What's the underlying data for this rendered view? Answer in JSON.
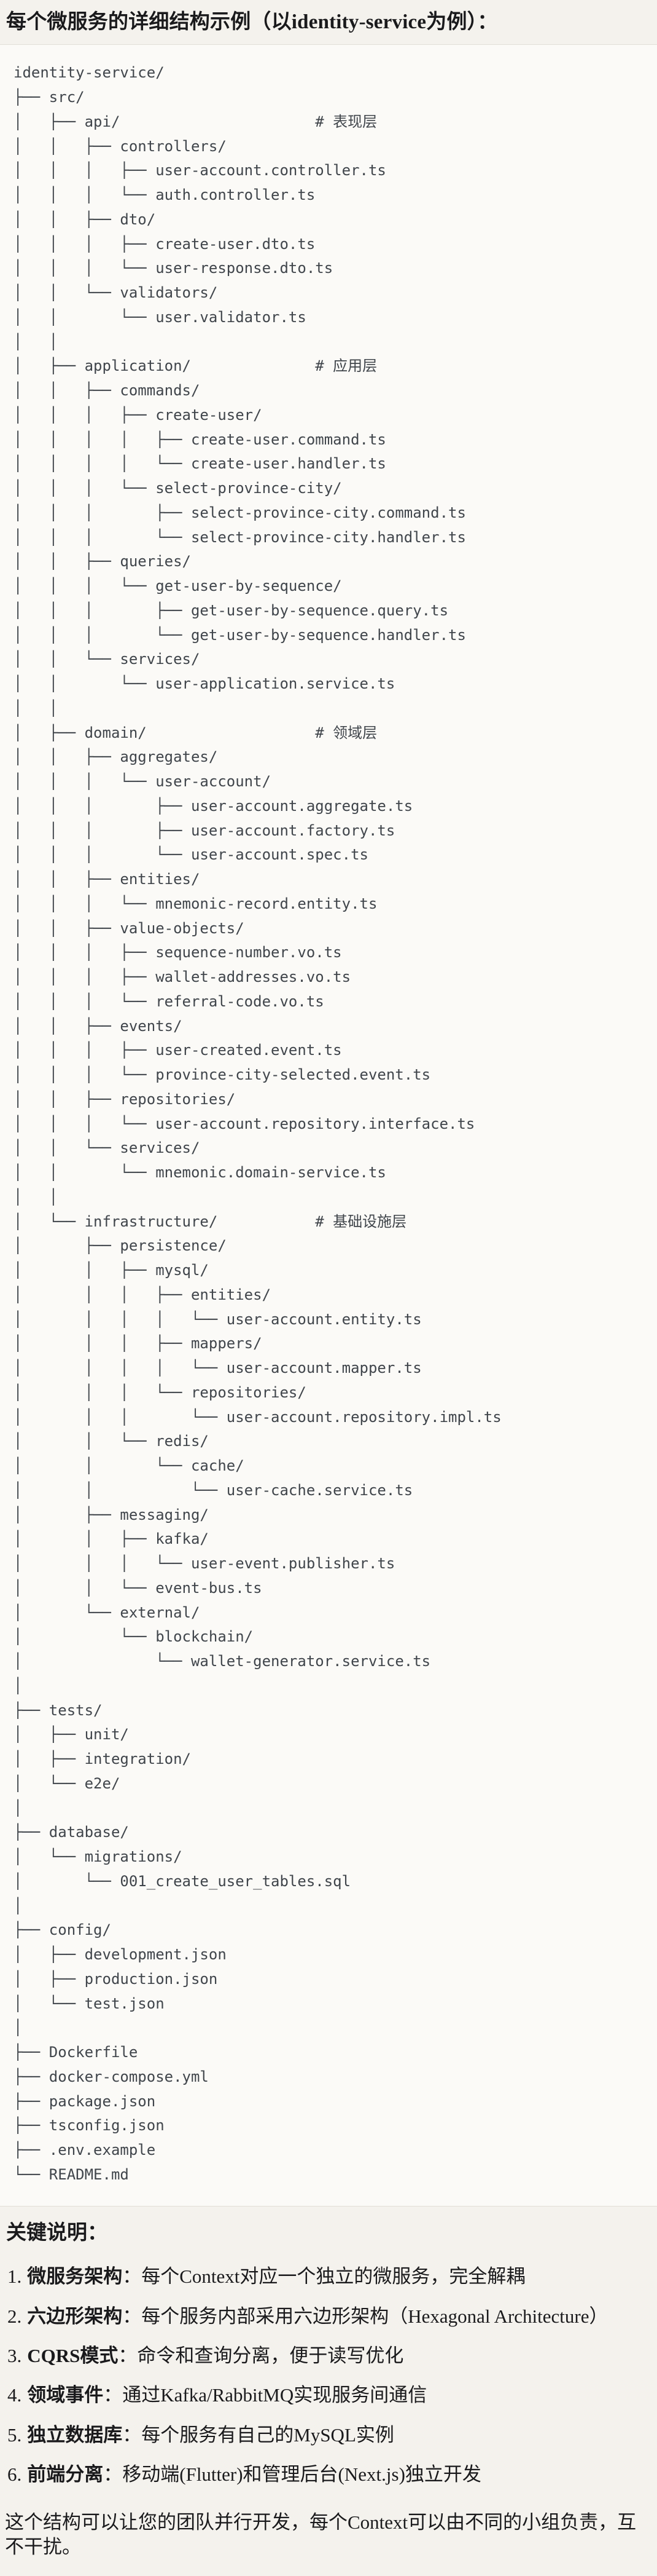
{
  "doc": {
    "title": "每个微服务的详细结构示例（以identity-service为例）：",
    "tree": {
      "root": "identity-service",
      "layer_comments": [
        "# 表现层",
        "# 应用层",
        "# 领域层",
        "# 基础设施层"
      ],
      "lines": [
        "identity-service/",
        "├── src/",
        "│   ├── api/                      # 表现层",
        "│   │   ├── controllers/",
        "│   │   │   ├── user-account.controller.ts",
        "│   │   │   └── auth.controller.ts",
        "│   │   ├── dto/",
        "│   │   │   ├── create-user.dto.ts",
        "│   │   │   └── user-response.dto.ts",
        "│   │   └── validators/",
        "│   │       └── user.validator.ts",
        "│   │",
        "│   ├── application/              # 应用层",
        "│   │   ├── commands/",
        "│   │   │   ├── create-user/",
        "│   │   │   │   ├── create-user.command.ts",
        "│   │   │   │   └── create-user.handler.ts",
        "│   │   │   └── select-province-city/",
        "│   │   │       ├── select-province-city.command.ts",
        "│   │   │       └── select-province-city.handler.ts",
        "│   │   ├── queries/",
        "│   │   │   └── get-user-by-sequence/",
        "│   │   │       ├── get-user-by-sequence.query.ts",
        "│   │   │       └── get-user-by-sequence.handler.ts",
        "│   │   └── services/",
        "│   │       └── user-application.service.ts",
        "│   │",
        "│   ├── domain/                   # 领域层",
        "│   │   ├── aggregates/",
        "│   │   │   └── user-account/",
        "│   │   │       ├── user-account.aggregate.ts",
        "│   │   │       ├── user-account.factory.ts",
        "│   │   │       └── user-account.spec.ts",
        "│   │   ├── entities/",
        "│   │   │   └── mnemonic-record.entity.ts",
        "│   │   ├── value-objects/",
        "│   │   │   ├── sequence-number.vo.ts",
        "│   │   │   ├── wallet-addresses.vo.ts",
        "│   │   │   └── referral-code.vo.ts",
        "│   │   ├── events/",
        "│   │   │   ├── user-created.event.ts",
        "│   │   │   └── province-city-selected.event.ts",
        "│   │   ├── repositories/",
        "│   │   │   └── user-account.repository.interface.ts",
        "│   │   └── services/",
        "│   │       └── mnemonic.domain-service.ts",
        "│   │",
        "│   └── infrastructure/           # 基础设施层",
        "│       ├── persistence/",
        "│       │   ├── mysql/",
        "│       │   │   ├── entities/",
        "│       │   │   │   └── user-account.entity.ts",
        "│       │   │   ├── mappers/",
        "│       │   │   │   └── user-account.mapper.ts",
        "│       │   │   └── repositories/",
        "│       │   │       └── user-account.repository.impl.ts",
        "│       │   └── redis/",
        "│       │       └── cache/",
        "│       │           └── user-cache.service.ts",
        "│       ├── messaging/",
        "│       │   ├── kafka/",
        "│       │   │   └── user-event.publisher.ts",
        "│       │   └── event-bus.ts",
        "│       └── external/",
        "│           └── blockchain/",
        "│               └── wallet-generator.service.ts",
        "│",
        "├── tests/",
        "│   ├── unit/",
        "│   ├── integration/",
        "│   └── e2e/",
        "│",
        "├── database/",
        "│   └── migrations/",
        "│       └── 001_create_user_tables.sql",
        "│",
        "├── config/",
        "│   ├── development.json",
        "│   ├── production.json",
        "│   └── test.json",
        "│",
        "├── Dockerfile",
        "├── docker-compose.yml",
        "├── package.json",
        "├── tsconfig.json",
        "├── .env.example",
        "└── README.md"
      ]
    },
    "notes": {
      "heading": "关键说明：",
      "items": [
        {
          "num": "1.",
          "term": "微服务架构",
          "sep": "：",
          "desc": "每个Context对应一个独立的微服务，完全解耦"
        },
        {
          "num": "2.",
          "term": "六边形架构",
          "sep": "：",
          "desc": "每个服务内部采用六边形架构（Hexagonal Architecture）"
        },
        {
          "num": "3.",
          "term": "CQRS模式",
          "sep": "：",
          "desc": "命令和查询分离，便于读写优化"
        },
        {
          "num": "4.",
          "term": "领域事件",
          "sep": "：",
          "desc": "通过Kafka/RabbitMQ实现服务间通信"
        },
        {
          "num": "5.",
          "term": "独立数据库",
          "sep": "：",
          "desc": "每个服务有自己的MySQL实例"
        },
        {
          "num": "6.",
          "term": "前端分离",
          "sep": "：",
          "desc": "移动端(Flutter)和管理后台(Next.js)独立开发"
        }
      ],
      "footer": "这个结构可以让您的团队并行开发，每个Context可以由不同的小组负责，互不干扰。"
    }
  }
}
